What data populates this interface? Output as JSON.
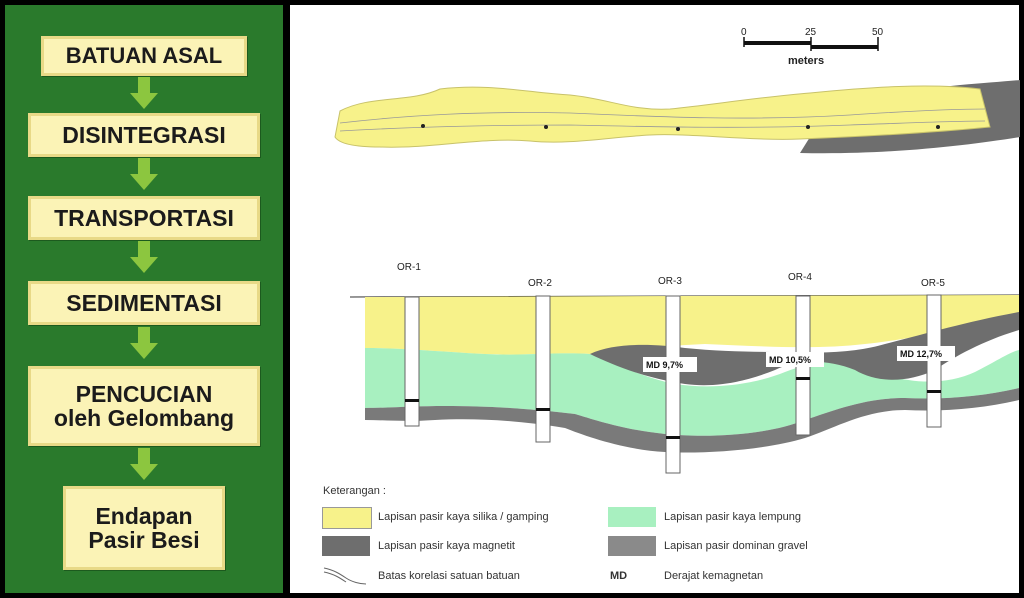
{
  "flow": {
    "steps": [
      {
        "label": "BATUAN ASAL"
      },
      {
        "label": "DISINTEGRASI"
      },
      {
        "label": "TRANSPORTASI"
      },
      {
        "label": "SEDIMENTASI"
      },
      {
        "label": "PENCUCIAN oleh Gelombang",
        "line1": "PENCUCIAN",
        "line2": "oleh Gelombang"
      },
      {
        "label": "Endapan Pasir Besi",
        "line1": "Endapan",
        "line2": "Pasir Besi"
      }
    ],
    "colors": {
      "background": "#2a7a2c",
      "box": "#fbf3b6",
      "arrow": "#8cc63f"
    }
  },
  "scale": {
    "ticks": [
      "0",
      "25",
      "50"
    ],
    "unit": "meters"
  },
  "section": {
    "wells": [
      "OR-1",
      "OR-2",
      "OR-3",
      "OR-4",
      "OR-5"
    ],
    "md_labels": [
      "MD 9,7%",
      "MD 10,5%",
      "MD 12,7%"
    ]
  },
  "legend": {
    "title": "Keterangan :",
    "items": [
      {
        "label": "Lapisan pasir kaya silika / gamping",
        "color": "#f7f28a"
      },
      {
        "label": "Lapisan pasir kaya lempung",
        "color": "#a8f0c0"
      },
      {
        "label": "Lapisan pasir kaya magnetit",
        "color": "#6e6e6e"
      },
      {
        "label": "Lapisan pasir dominan gravel",
        "color": "#8a8a8a"
      },
      {
        "label": "Batas korelasi satuan batuan"
      },
      {
        "label": "Derajat kemagnetan",
        "symbol": "MD"
      }
    ]
  },
  "colors": {
    "sand": "#f7f28a",
    "clay": "#a8f0c0",
    "magnetite": "#6e6e6e",
    "gravel": "#8a8a8a"
  }
}
